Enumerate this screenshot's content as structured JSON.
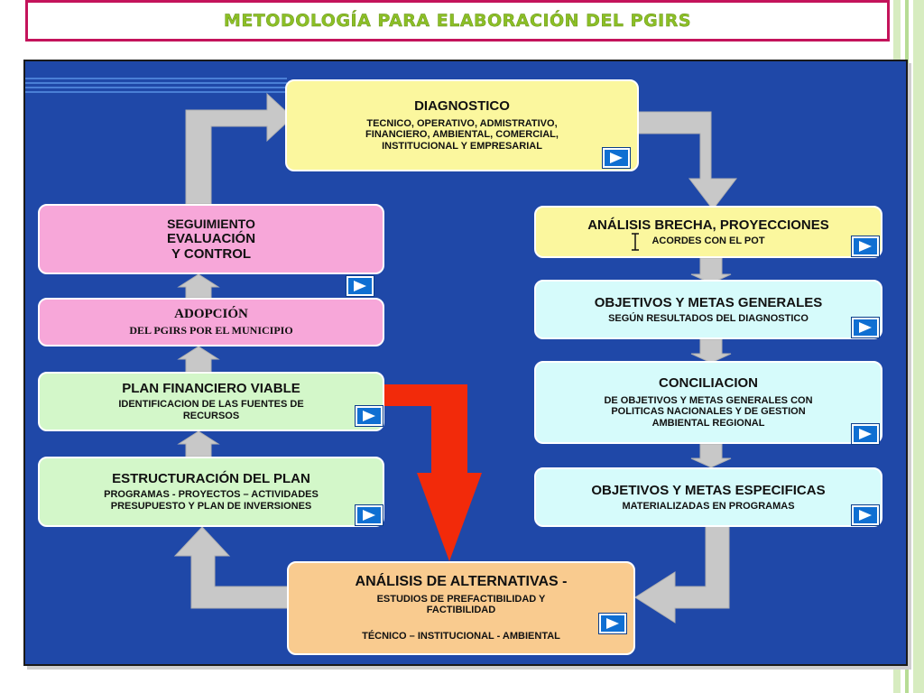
{
  "title": "METODOLOGÍA PARA ELABORACIÓN DEL PGIRS",
  "colors": {
    "title_border": "#c4135b",
    "title_text": "#8cbf26",
    "diagram_background": "#1f48a8",
    "flow_arrow": "#c8c8c8",
    "highlight_arrow": "#f22a0a",
    "link_button": "#0f6fd2"
  },
  "boxes": {
    "diagnostico": {
      "heading": "DIAGNOSTICO",
      "line1": "TECNICO, OPERATIVO, ADMISTRATIVO,",
      "line2": "FINANCIERO, AMBIENTAL, COMERCIAL,",
      "line3": "INSTITUCIONAL Y EMPRESARIAL"
    },
    "brecha": {
      "heading": "ANÁLISIS BRECHA, PROYECCIONES",
      "line1": "ACORDES CON EL POT"
    },
    "objetivos_generales": {
      "heading": "OBJETIVOS  Y METAS GENERALES",
      "line1": "SEGÚN RESULTADOS DEL DIAGNOSTICO"
    },
    "conciliacion": {
      "heading": "CONCILIACION",
      "line1": "DE OBJETIVOS Y METAS  GENERALES CON",
      "line2": "POLITICAS NACIONALES Y DE GESTION",
      "line3": "AMBIENTAL REGIONAL"
    },
    "objetivos_especificos": {
      "heading": "OBJETIVOS  Y METAS ESPECIFICAS",
      "line1": "MATERIALIZADAS EN PROGRAMAS"
    },
    "alternativas": {
      "heading": "ANÁLISIS DE ALTERNATIVAS -",
      "line1": "ESTUDIOS DE PREFACTIBILIDAD Y",
      "line2": "FACTIBILIDAD",
      "line3": "TÉCNICO – INSTITUCIONAL - AMBIENTAL"
    },
    "estructuracion": {
      "heading": "ESTRUCTURACIÓN DEL PLAN",
      "line1": "PROGRAMAS - PROYECTOS – ACTIVIDADES",
      "line2": "PRESUPUESTO Y PLAN DE INVERSIONES"
    },
    "plan_financiero": {
      "heading": "PLAN FINANCIERO VIABLE",
      "line1": "IDENTIFICACION DE LAS FUENTES DE",
      "line2": "RECURSOS"
    },
    "adopcion": {
      "heading": "ADOPCIÓN",
      "line1": "DEL PGIRS POR  EL MUNICIPIO"
    },
    "seguimiento": {
      "heading1": "SEGUIMIENTO",
      "heading2": "EVALUACIÓN",
      "heading3": "Y CONTROL"
    }
  },
  "icons": {
    "link_button": "play-link-icon",
    "cursor": "text-cursor-icon"
  }
}
